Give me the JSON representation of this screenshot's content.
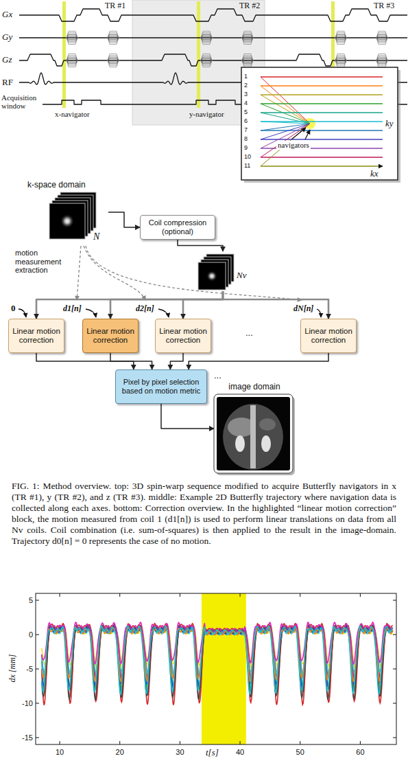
{
  "diagram": {
    "caption": "FIG. 1: Method overview. top: 3D spin-warp sequence modified to acquire Butterfly navigators in x (TR #1), y (TR #2), and z (TR #3). middle: Example 2D Butterfly trajectory where navigation data is collected along each axes. bottom: Correction overview. In the highlighted “linear motion correction” block, the motion measured from coil 1 (d1[n]) is used to perform linear translations on data from all Nv coils. Coil combination (i.e. sum-of-squares) is then applied to the result in the image-domain. Trajectory d0[n] = 0 represents the case of no motion.",
    "nodes": [
      {
        "text": [
          "k-space domain",
          "N"
        ]
      },
      {
        "text": [
          "Coil compression (optional)"
        ]
      },
      {
        "text": [
          "Nv"
        ]
      },
      {
        "text": [
          "Linear motion correction"
        ]
      },
      {
        "text": [
          "Linear motion correction"
        ]
      },
      {
        "text": [
          "Linear motion correction"
        ]
      },
      {
        "text": [
          "Linear motion correction"
        ]
      },
      {
        "text": [
          "Pixel by pixel selection based on motion metric"
        ]
      },
      {
        "text": [
          "image domain"
        ]
      }
    ],
    "edges": [
      {
        "from": 0,
        "to": 1,
        "arrow": "to"
      },
      {
        "from": 1,
        "to": 2,
        "arrow": "to"
      },
      {
        "from": 2,
        "to": 3,
        "arrow": "to"
      },
      {
        "from": 2,
        "to": 4,
        "arrow": "to"
      },
      {
        "from": 2,
        "to": 5,
        "arrow": "to"
      },
      {
        "from": 2,
        "to": 6,
        "arrow": "to"
      },
      {
        "from": 3,
        "to": 7,
        "arrow": "to"
      },
      {
        "from": 4,
        "to": 7,
        "arrow": "to"
      },
      {
        "from": 5,
        "to": 7,
        "arrow": "to"
      },
      {
        "from": 6,
        "to": 7,
        "arrow": "to"
      },
      {
        "from": 7,
        "to": 8,
        "arrow": "to"
      }
    ],
    "labels": [
      "TR #1",
      "TR #2",
      "TR #3",
      "Gx",
      "Gy",
      "Gz",
      "RF",
      "Acquisition window",
      "x-navigator",
      "y-navigator",
      "1",
      "2",
      "3",
      "4",
      "5",
      "6",
      "7",
      "8",
      "9",
      "10",
      "11",
      "navigators",
      "ky",
      "kx",
      "motion measurement extraction",
      "0",
      "d1[n]",
      "d2[n]",
      "dN[n]",
      "...",
      "...",
      "5",
      "0",
      "-5",
      "-10",
      "-15",
      "10",
      "20",
      "30",
      "40",
      "50",
      "60",
      "dx [mm]",
      "t[s]"
    ]
  }
}
